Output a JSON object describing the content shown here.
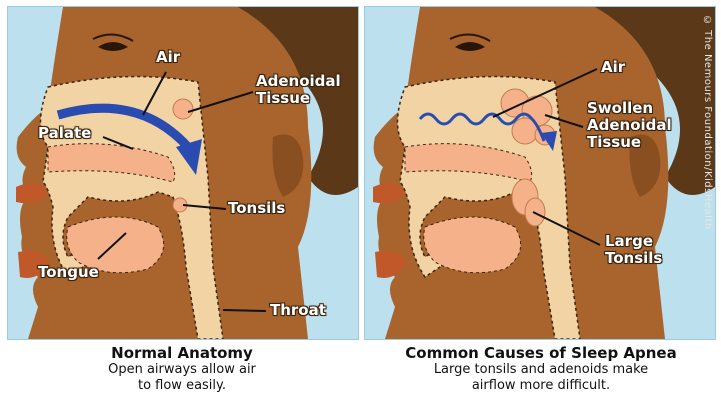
{
  "left_panel": {
    "labels": {
      "air": "Air",
      "adenoidal": "Adenoidal\nTissue",
      "palate": "Palate",
      "tonsils": "Tonsils",
      "tongue": "Tongue",
      "throat": "Throat"
    },
    "caption_title": "Normal Anatomy",
    "caption_text_1": "Open airways allow air",
    "caption_text_2": "to flow easily."
  },
  "right_panel": {
    "labels": {
      "air": "Air",
      "swollen": "Swollen\nAdenoidal\nTissue",
      "large_tonsils": "Large\nTonsils"
    },
    "credit": "© The Nemours Foundation/KidsHealth",
    "caption_title": "Common Causes of Sleep Apnea",
    "caption_text_1": "Large tonsils and adenoids make",
    "caption_text_2": "airflow more difficult."
  },
  "colors": {
    "sky": "#bde0ee",
    "skin": "#a8642c",
    "skin_dark": "#8a4f20",
    "hair": "#5a3818",
    "airway": "#f1d3a4",
    "tissue": "#f5b28a",
    "arrow": "#2a4cb0"
  }
}
